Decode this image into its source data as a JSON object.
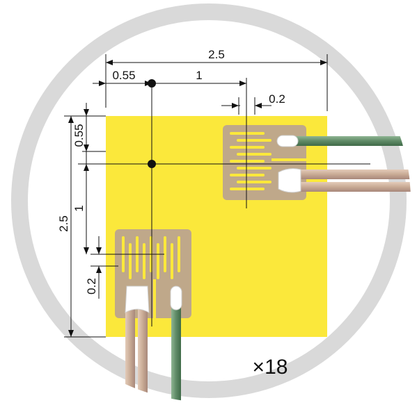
{
  "dimensions": {
    "total_width": "2.5",
    "offset_x": "0.55",
    "pitch_x": "1",
    "gauge_x_width": "0.2",
    "offset_y": "0.55",
    "pitch_y": "1",
    "total_height": "2.5",
    "gauge_y_width": "0.2"
  },
  "magnification": "×18",
  "colors": {
    "ring": "#d9d9d9",
    "substrate": "#fbe83b",
    "grid_pad": "#bfa88a",
    "lead_green": "#5f8a66",
    "lead_tan": "#c9ab95",
    "dimension_line": "#111111"
  }
}
